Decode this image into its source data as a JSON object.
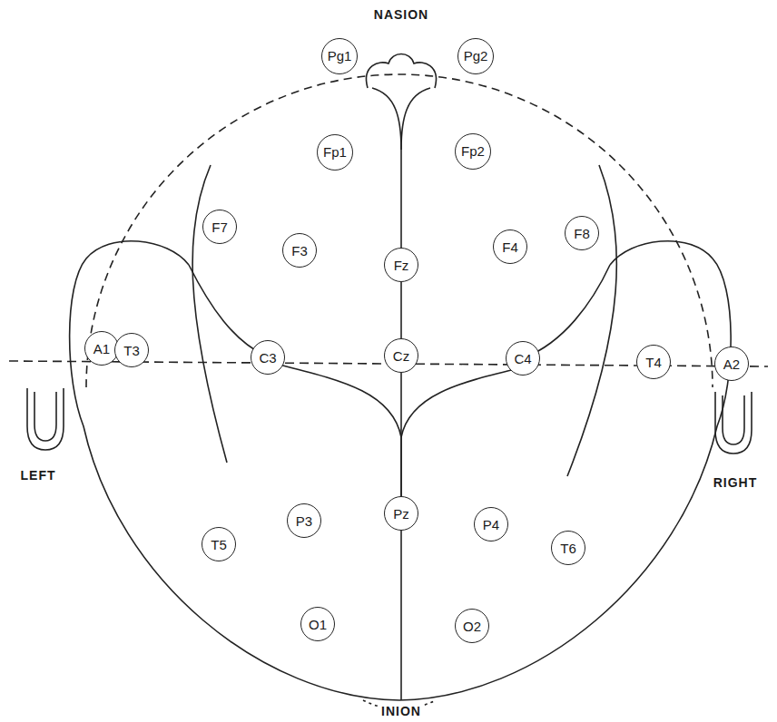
{
  "diagram": {
    "nodes": [
      {
        "text": [
          "Pg1"
        ]
      },
      {
        "text": [
          "Pg2"
        ]
      },
      {
        "text": [
          "Fp1"
        ]
      },
      {
        "text": [
          "Fp2"
        ]
      },
      {
        "text": [
          "F7"
        ]
      },
      {
        "text": [
          "F3"
        ]
      },
      {
        "text": [
          "Fz"
        ]
      },
      {
        "text": [
          "F4"
        ]
      },
      {
        "text": [
          "F8"
        ]
      },
      {
        "text": [
          "A1"
        ]
      },
      {
        "text": [
          "T3"
        ]
      },
      {
        "text": [
          "C3"
        ]
      },
      {
        "text": [
          "Cz"
        ]
      },
      {
        "text": [
          "C4"
        ]
      },
      {
        "text": [
          "T4"
        ]
      },
      {
        "text": [
          "A2"
        ]
      },
      {
        "text": [
          "T5"
        ]
      },
      {
        "text": [
          "P3"
        ]
      },
      {
        "text": [
          "Pz"
        ]
      },
      {
        "text": [
          "P4"
        ]
      },
      {
        "text": [
          "T6"
        ]
      },
      {
        "text": [
          "O1"
        ]
      },
      {
        "text": [
          "O2"
        ]
      }
    ],
    "edges": [
      {
        "from": 6,
        "to": 12,
        "arrow": "none"
      },
      {
        "from": 12,
        "to": 18,
        "arrow": "none"
      }
    ],
    "labels": [
      "NASION",
      "LEFT",
      "RIGHT",
      "INION"
    ]
  }
}
